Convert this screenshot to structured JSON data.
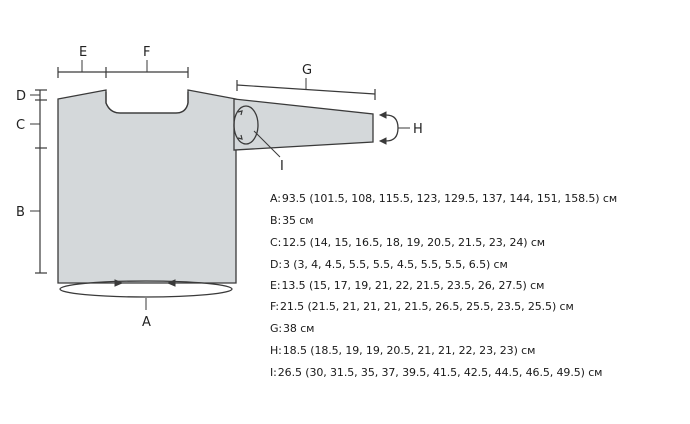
{
  "colors": {
    "garment_fill": "#d4d8da",
    "outline": "#3a3a3a"
  },
  "labels": {
    "A": "A",
    "B": "B",
    "C": "C",
    "D": "D",
    "E": "E",
    "F": "F",
    "G": "G",
    "H": "H",
    "I": "I"
  },
  "measurements": [
    {
      "key": "A:",
      "value": "93.5 (101.5, 108, 115.5, 123, 129.5, 137, 144, 151, 158.5) см"
    },
    {
      "key": "B:",
      "value": "35 см"
    },
    {
      "key": "C:",
      "value": "12.5 (14, 15, 16.5, 18, 19, 20.5, 21.5, 23, 24) см"
    },
    {
      "key": "D:",
      "value": "3 (3, 4, 4.5, 5.5, 5.5, 4.5, 5.5, 5.5, 6.5) см"
    },
    {
      "key": "E:",
      "value": "13.5 (15, 17, 19, 21, 22, 21.5, 23.5, 26, 27.5) см"
    },
    {
      "key": "F:",
      "value": "21.5 (21.5, 21, 21, 21, 21.5, 26.5, 25.5, 23.5, 25.5) см"
    },
    {
      "key": "G:",
      "value": "38 см"
    },
    {
      "key": "H:",
      "value": "18.5 (18.5, 19, 19, 20.5, 21, 21, 22, 23, 23) см"
    },
    {
      "key": "I:",
      "value": "26.5 (30, 31.5, 35, 37, 39.5, 41.5, 42.5, 44.5, 46.5, 49.5) см"
    }
  ]
}
